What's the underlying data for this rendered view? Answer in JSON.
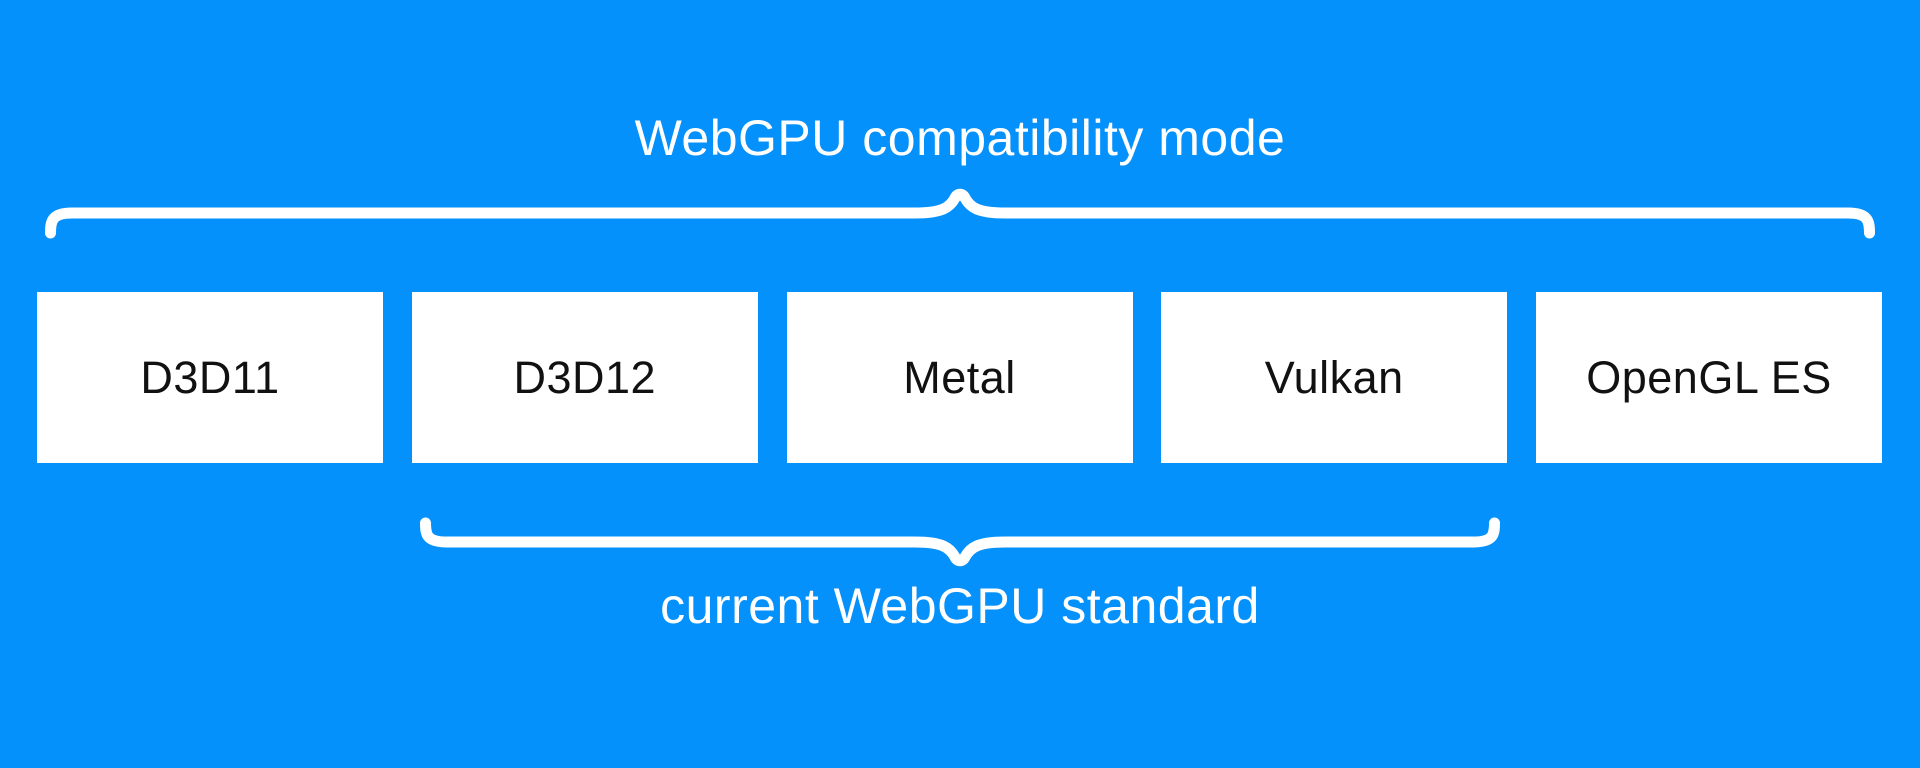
{
  "colors": {
    "background": "#0591fb",
    "box_fill": "#ffffff",
    "box_text": "#111111",
    "label_text": "#ffffff",
    "brace": "#ffffff"
  },
  "top_group": {
    "label": "WebGPU compatibility mode"
  },
  "bottom_group": {
    "label": "current WebGPU standard"
  },
  "boxes": [
    {
      "label": "D3D11"
    },
    {
      "label": "D3D12"
    },
    {
      "label": "Metal"
    },
    {
      "label": "Vulkan"
    },
    {
      "label": "OpenGL ES"
    }
  ]
}
